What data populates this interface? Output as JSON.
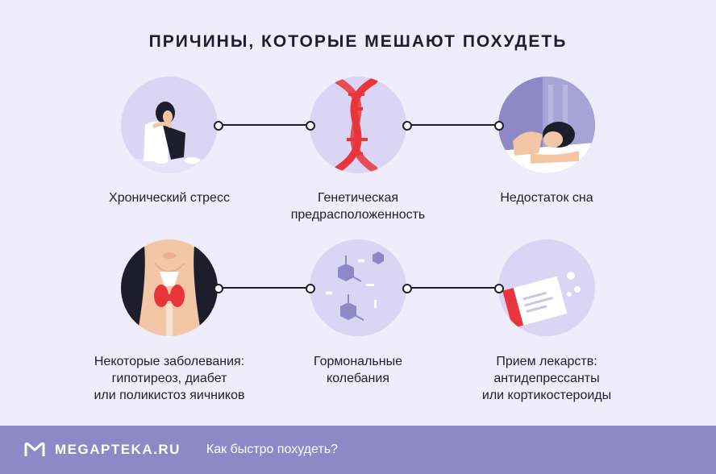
{
  "title": "ПРИЧИНЫ, КОТОРЫЕ МЕШАЮТ ПОХУДЕТЬ",
  "causes": [
    {
      "label": "Хронический стресс",
      "icon": "stressed-person-icon"
    },
    {
      "label": "Генетическая\nпредрасположенность",
      "icon": "dna-icon"
    },
    {
      "label": "Недостаток сна",
      "icon": "sleeping-person-icon"
    },
    {
      "label": "Некоторые заболевания:\nгипотиреоз, диабет\nили поликистоз яичников",
      "icon": "thyroid-icon"
    },
    {
      "label": "Гормональные\nколебания",
      "icon": "hormones-icon"
    },
    {
      "label": "Прием лекарств:\nантидепрессанты\nили кортикостероиды",
      "icon": "medication-icon"
    }
  ],
  "footer": {
    "brand": "MEGAPTEKA.RU",
    "tagline": "Как быстро похудеть?"
  },
  "colors": {
    "background": "#efedfb",
    "circle": "#d9d5f3",
    "accent_red": "#e8353b",
    "footer": "#8e89c6"
  }
}
